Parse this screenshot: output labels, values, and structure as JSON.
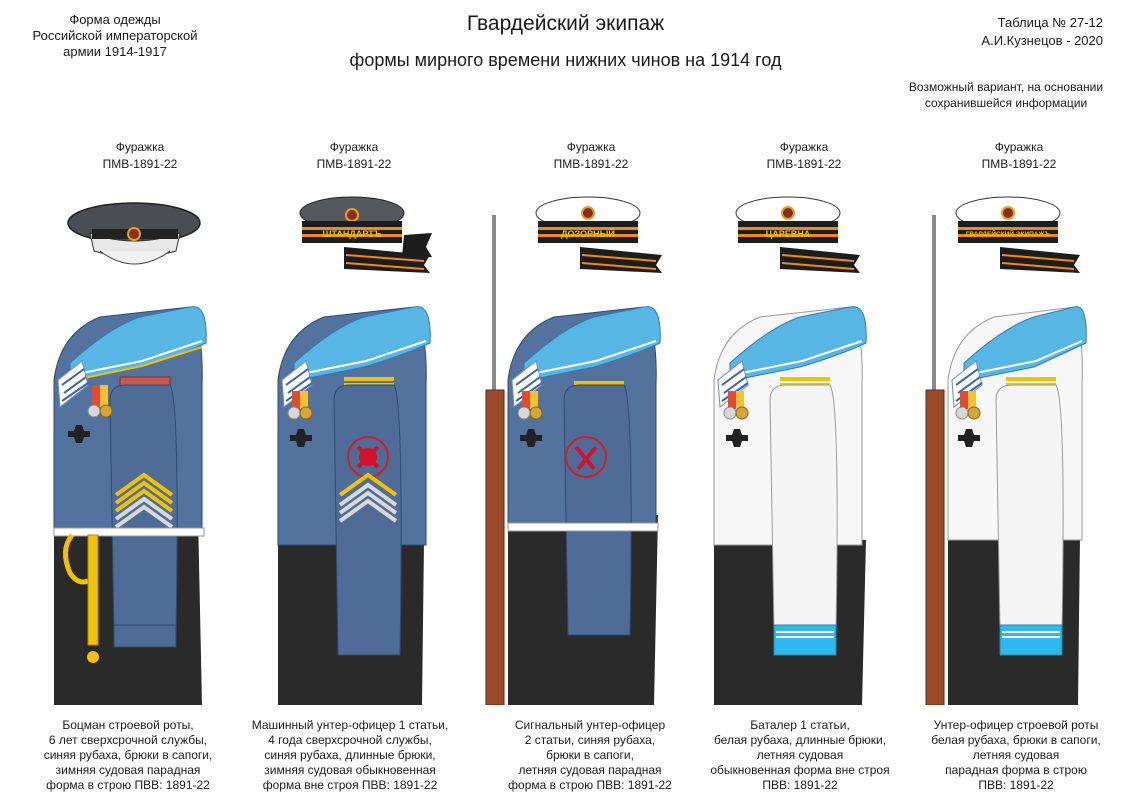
{
  "header": {
    "left_lines": [
      "Форма одежды",
      "Российской императорской",
      "армии  1914-1917"
    ],
    "title": "Гвардейский экипаж",
    "subtitle": "формы мирного времени нижних чинов  на 1914 год",
    "right_lines": [
      "Таблица № 27-12",
      "А.И.Кузнецов - 2020"
    ],
    "note_lines": [
      "Возможный вариант, на основании",
      "сохранившейся информации"
    ]
  },
  "figures": [
    {
      "cap_title": "Фуражка",
      "cap_code": "ПМВ-1891-22",
      "ribbon_text": "",
      "desc_lines": [
        "Боцман строевой роты,",
        "6 лет сверхсрочной службы,",
        "синяя рубаха, брюки в сапоги,",
        "зимняя судовая парадная",
        "форма в строю  ПВВ: 1891-22"
      ]
    },
    {
      "cap_title": "Фуражка",
      "cap_code": "ПМВ-1891-22",
      "ribbon_text": "ШТАНДАРТЪ",
      "desc_lines": [
        "Машинный унтер-офицер 1 статьи,",
        "4 года сверхсрочной службы,",
        "синяя рубаха, длинные брюки,",
        "зимняя судовая обыкновенная",
        "форма вне строя  ПВВ: 1891-22"
      ]
    },
    {
      "cap_title": "Фуражка",
      "cap_code": "ПМВ-1891-22",
      "ribbon_text": "ДОЗОРНЫЙ",
      "desc_lines": [
        "Сигнальный унтер-офицер",
        "2 статьи, синяя рубаха,",
        "брюки в сапоги,",
        "летняя судовая парадная",
        "форма в строю  ПВВ: 1891-22"
      ]
    },
    {
      "cap_title": "Фуражка",
      "cap_code": "ПМВ-1891-22",
      "ribbon_text": "ЦАРЕВНА",
      "desc_lines": [
        "Баталер 1 статьи,",
        "белая рубаха, длинные брюки,",
        "летняя судовая",
        "обыкновенная форма вне строя",
        "ПВВ: 1891-22"
      ]
    },
    {
      "cap_title": "Фуражка",
      "cap_code": "ПМВ-1891-22",
      "ribbon_text": "ГВАРДЕЙСКИЙ ЭКИПАЖЪ",
      "desc_lines": [
        "Унтер-офицер строевой роты",
        "белая рубаха, брюки в сапоги,",
        "летняя судовая",
        "парадная форма в строю",
        "ПВВ: 1891-22"
      ]
    }
  ],
  "colors": {
    "blue_shirt": "#53729e",
    "white_shirt": "#f7f7f7",
    "collar": "#58b6e4",
    "trousers": "#2a2a2a",
    "ribbon_black": "#1d1d1d",
    "ribbon_orange": "#f08a1c",
    "gold": "#f2c200"
  }
}
